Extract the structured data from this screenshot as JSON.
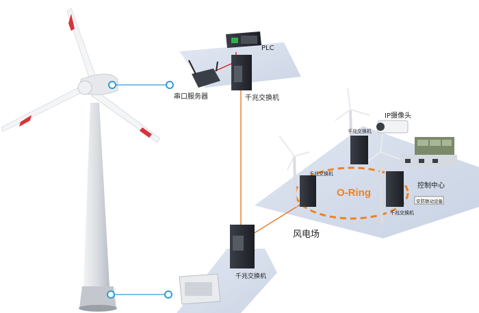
{
  "labels": {
    "plc": "PLC",
    "serial_server": "串口服务器",
    "switch_top": "千兆交换机",
    "switch_bottom": "千兆交换机",
    "switch_ring_left": "千兆交换机",
    "switch_ring_mid": "千兆交换机",
    "switch_ring_right": "千兆交换机",
    "ip_camera": "IP摄像头",
    "control_center": "控制中心",
    "security_linkage": "安防联动设备",
    "ring": "O-Ring",
    "wind_farm": "风电场"
  },
  "colors": {
    "fiber": "#e87722",
    "ring": "#f08020",
    "copper": "#cc2222",
    "connector": "#2e9ad6",
    "platform": "#c9d4e8",
    "device_dark": "#2a2d33"
  }
}
